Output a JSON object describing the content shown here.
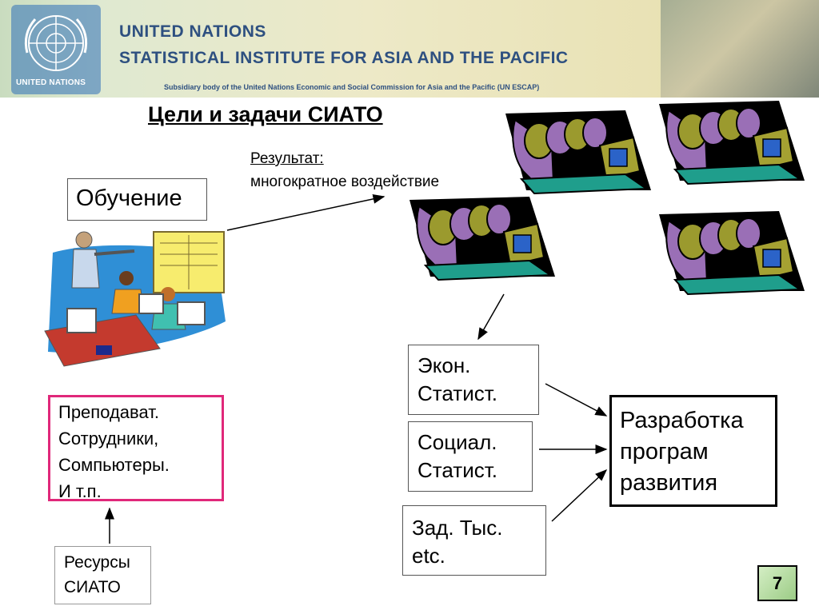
{
  "banner": {
    "logo_text": "UNITED NATIONS",
    "org_line1": "UNITED NATIONS",
    "org_line2": "STATISTICAL INSTITUTE FOR ASIA AND THE PACIFIC",
    "org_line3": "Subsidiary body of the United Nations Economic and Social Commission for Asia and the Pacific (UN ESCAP)"
  },
  "title": "Цели и задачи СИАТО",
  "result": {
    "label": "Результат:",
    "text": "многократное воздействие"
  },
  "training": {
    "label": "Обучение"
  },
  "resources_box": {
    "lines": [
      "Преподават.",
      "Сотрудники,",
      "Сомпьютеры.",
      "И т.п."
    ]
  },
  "source_box": {
    "lines": [
      "Ресурсы",
      "СИАТО"
    ]
  },
  "econ_box": {
    "lines": [
      "Экон.",
      "Статист."
    ]
  },
  "social_box": {
    "lines": [
      "Социал.",
      "Статист."
    ]
  },
  "other_box": {
    "lines": [
      "Зад. Тыс.",
      "etc."
    ]
  },
  "dev_box": {
    "lines": [
      "Разработка",
      "програм",
      "развития"
    ]
  },
  "page_number": "7",
  "colors": {
    "org_text": "#2e5080",
    "resources_border": "#e0287a",
    "page_badge": "#b6de9f",
    "clipart_purple": "#9a6fb6",
    "clipart_olive": "#9b9a2e",
    "clipart_teal": "#1f9e8c"
  }
}
